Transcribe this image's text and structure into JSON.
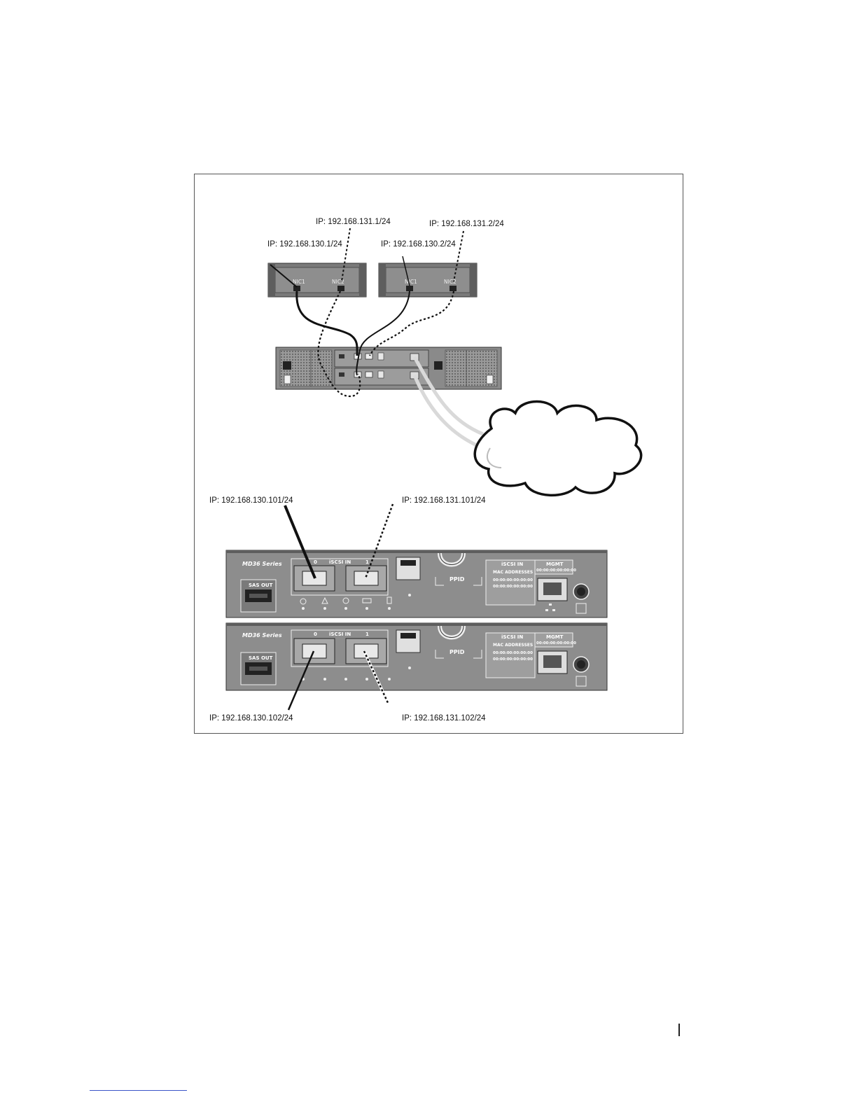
{
  "labels": {
    "host1_nic1_ip": "IP: 192.168.130.1/24",
    "host1_nic2_ip": "IP: 192.168.131.1/24",
    "host2_nic1_ip": "IP: 192.168.130.2/24",
    "host2_nic2_ip": "IP: 192.168.131.2/24",
    "ctrl0_port0_ip": "IP: 192.168.130.101/24",
    "ctrl0_port1_ip": "IP: 192.168.131.101/24",
    "ctrl1_port0_ip": "IP: 192.168.130.102/24",
    "ctrl1_port1_ip": "IP: 192.168.131.102/24"
  },
  "host": {
    "nic1": "NIC1",
    "nic2": "NIC2"
  },
  "controller": {
    "series": "MD36 Series",
    "sas_out": "SAS OUT",
    "iscsi_in": "iSCSI IN",
    "port0": "0",
    "port1": "1",
    "ppid": "PPID",
    "mac_header": "iSCSI IN",
    "mac_addresses": "MAC ADDRESSES",
    "mac_value": "00:00:00:00:00:00",
    "mgmt": "MGMT",
    "mgmt_mac": "00:00:00:00:00:00"
  },
  "colors": {
    "chassis": "#8a8a8a",
    "chassis_dark": "#6e6e6e",
    "cable": "#111111",
    "mgmt_cable": "#d9d9d9"
  },
  "icons": [
    "power-icon",
    "warning-icon",
    "info-icon",
    "battery-icon",
    "cache-icon",
    "network-icon",
    "reset-icon"
  ]
}
